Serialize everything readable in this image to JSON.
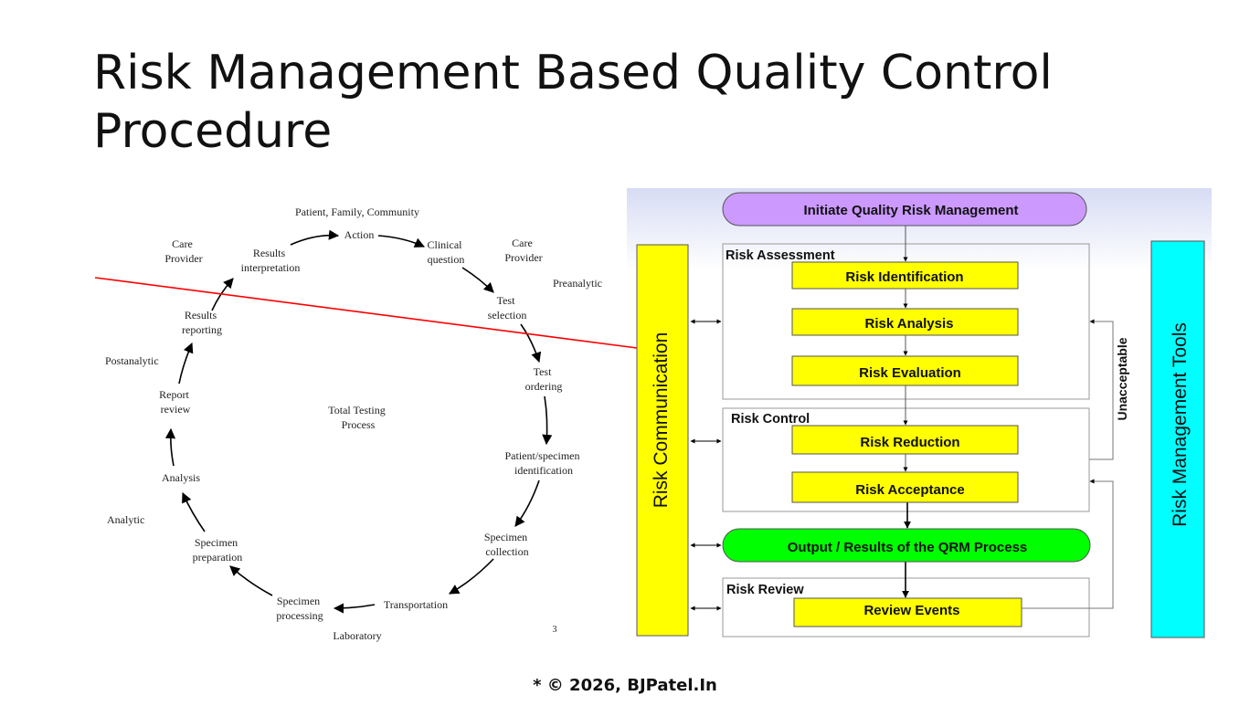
{
  "slide": {
    "title": "Risk Management Based Quality Control Procedure",
    "footer": "* © 2026, BJPatel.In",
    "page_number": "3"
  },
  "cycle": {
    "center_label": [
      "Total Testing",
      "Process"
    ],
    "steps": [
      [
        "Action"
      ],
      [
        "Clinical",
        "question"
      ],
      [
        "Test",
        "selection"
      ],
      [
        "Test",
        "ordering"
      ],
      [
        "Patient/specimen",
        "identification"
      ],
      [
        "Specimen",
        "collection"
      ],
      [
        "Transportation"
      ],
      [
        "Specimen",
        "processing"
      ],
      [
        "Specimen",
        "preparation"
      ],
      [
        "Analysis"
      ],
      [
        "Report",
        "review"
      ],
      [
        "Results",
        "reporting"
      ],
      [
        "Results",
        "interpretation"
      ]
    ],
    "context_labels": [
      [
        "Patient, Family, Community"
      ],
      [
        "Care",
        "Provider"
      ],
      [
        "Care",
        "Provider"
      ],
      [
        "Preanalytic"
      ],
      [
        "Postanalytic"
      ],
      [
        "Analytic"
      ],
      [
        "Laboratory"
      ]
    ]
  },
  "qrm": {
    "initiate": "Initiate Quality Risk Management",
    "assessment": {
      "label": "Risk Assessment",
      "steps": [
        "Risk Identification",
        "Risk Analysis",
        "Risk Evaluation"
      ]
    },
    "control": {
      "label": "Risk Control",
      "steps": [
        "Risk Reduction",
        "Risk Acceptance"
      ]
    },
    "output": "Output / Results of the QRM Process",
    "review": {
      "label": "Risk Review",
      "steps": [
        "Review Events"
      ]
    },
    "communication": "Risk Communication",
    "tools": "Risk Management Tools",
    "unacceptable": "Unacceptable"
  },
  "colors": {
    "initiate": "#cc99ff",
    "process_box": "#ffff00",
    "output": "#00ff00",
    "communication": "#ffff00",
    "tools": "#00ffff",
    "connector": "#ff0000"
  }
}
